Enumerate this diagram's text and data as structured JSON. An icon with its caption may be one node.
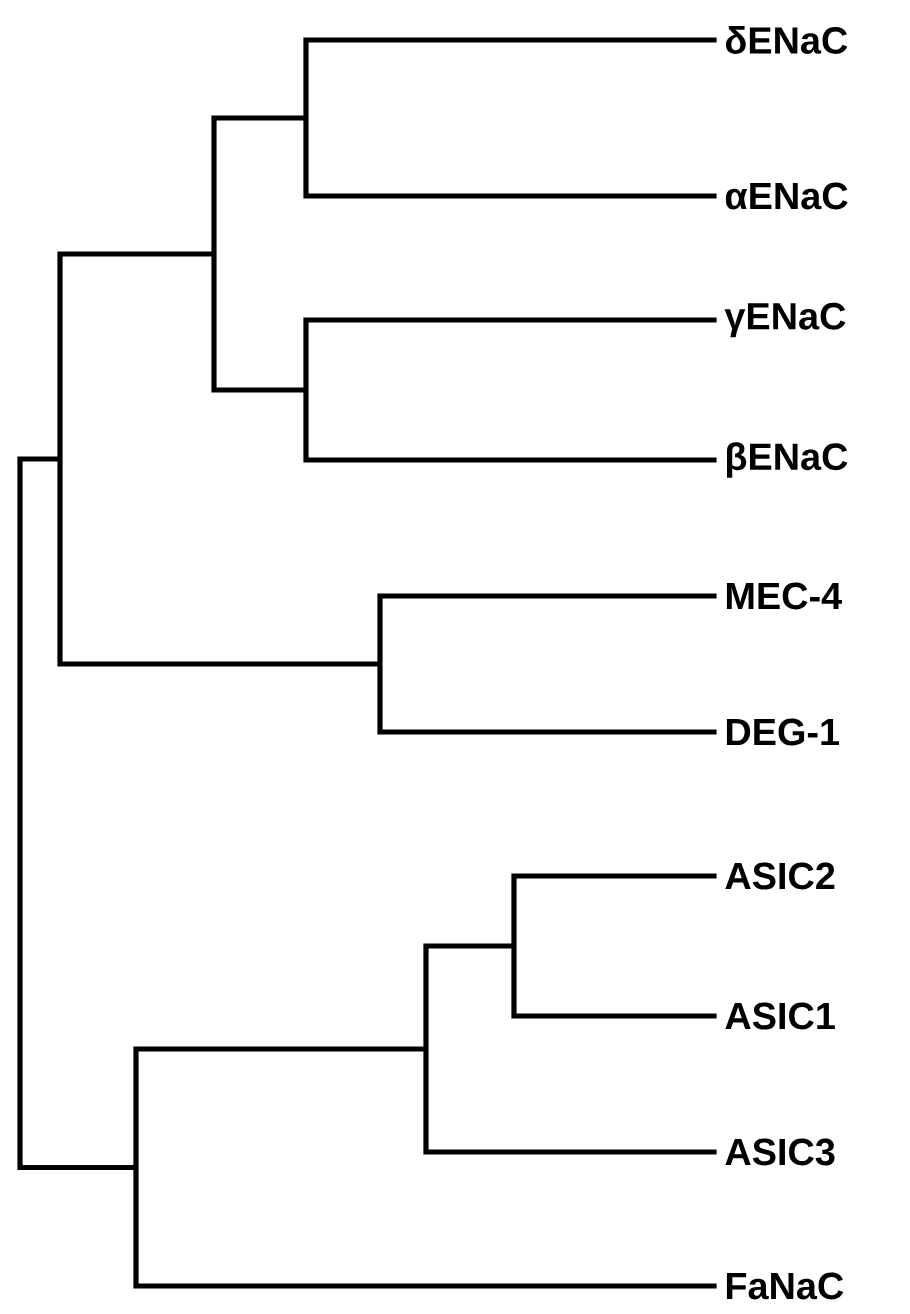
{
  "diagram": {
    "labels": [
      "δENaC",
      "αENaC",
      "γENaC",
      "βENaC",
      "MEC-4",
      "DEG-1",
      "ASIC2",
      "ASIC1",
      "ASIC3",
      "FaNaC"
    ]
  }
}
